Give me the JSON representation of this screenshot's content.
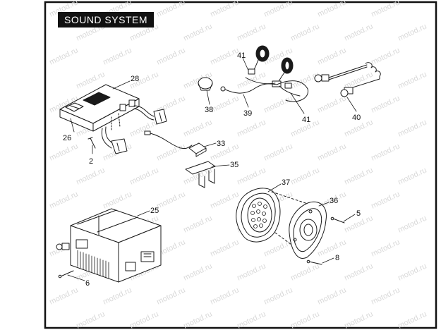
{
  "title": "SOUND SYSTEM",
  "watermark": "motod.ru",
  "parts": [
    {
      "id": "p28",
      "number": "28"
    },
    {
      "id": "p26",
      "number": "26"
    },
    {
      "id": "p2",
      "number": "2"
    },
    {
      "id": "p33",
      "number": "33"
    },
    {
      "id": "p35",
      "number": "35"
    },
    {
      "id": "p38",
      "number": "38"
    },
    {
      "id": "p39",
      "number": "39"
    },
    {
      "id": "p41a",
      "number": "41"
    },
    {
      "id": "p41b",
      "number": "41"
    },
    {
      "id": "p40",
      "number": "40"
    },
    {
      "id": "p37",
      "number": "37"
    },
    {
      "id": "p36",
      "number": "36"
    },
    {
      "id": "p5",
      "number": "5"
    },
    {
      "id": "p8",
      "number": "8"
    },
    {
      "id": "p25",
      "number": "25"
    },
    {
      "id": "p6",
      "number": "6"
    }
  ],
  "colors": {
    "line": "#1a1a1a",
    "watermark": "#d9d9d9",
    "title_bg": "#111111",
    "title_fg": "#ffffff"
  }
}
